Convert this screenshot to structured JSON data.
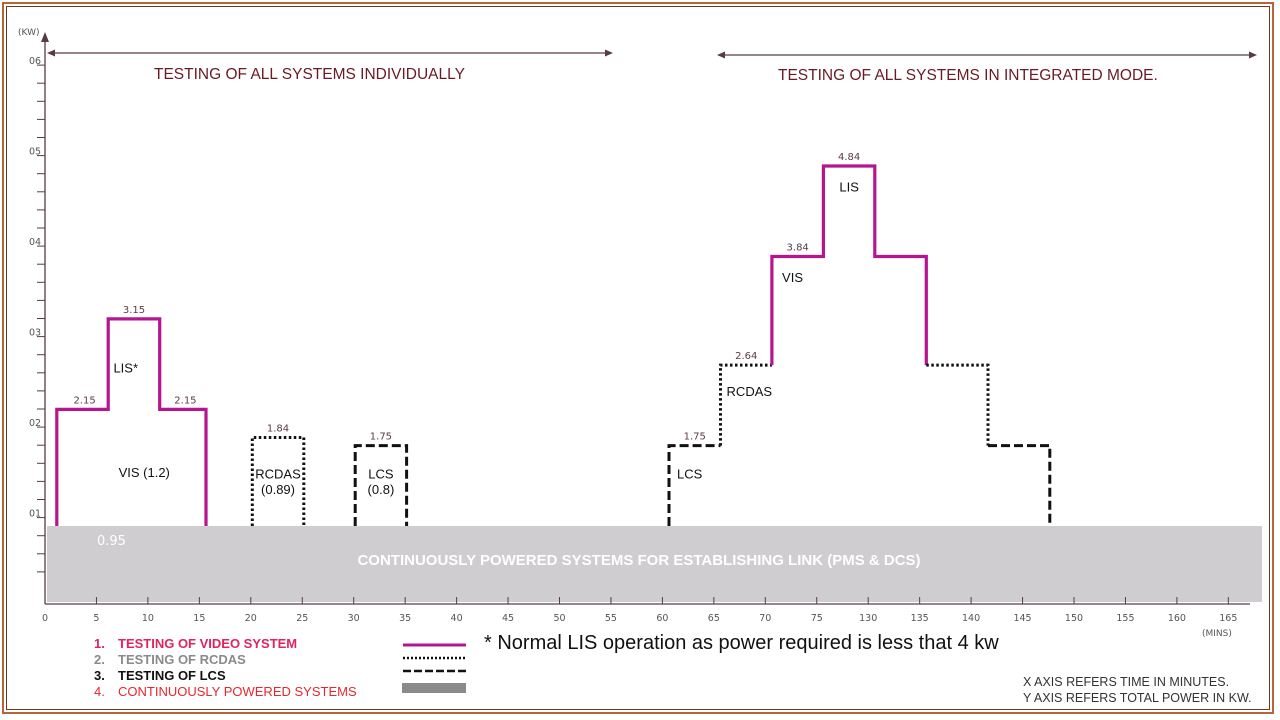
{
  "chart_data": {
    "type": "line",
    "title": "",
    "xlabel": "(MINS)",
    "ylabel": "(KW)",
    "x_ticks": [
      "0",
      "5",
      "10",
      "15",
      "20",
      "25",
      "30",
      "35",
      "40",
      "45",
      "50",
      "55",
      "60",
      "65",
      "70",
      "75",
      "130",
      "135",
      "140",
      "145",
      "150",
      "155",
      "160",
      "165"
    ],
    "y_ticks": [
      "01",
      "02",
      "03",
      "04",
      "05",
      "06"
    ],
    "ylim": [
      0,
      6.3
    ],
    "xlim": [
      0,
      165
    ],
    "grid": false,
    "axis_break_note": "X axis jumps from 75 to 130",
    "sections": [
      {
        "label": "TESTING OF ALL SYSTEMS INDIVIDUALLY",
        "x_range": [
          0,
          55
        ]
      },
      {
        "label": "TESTING OF ALL SYSTEMS IN INTEGRATED MODE.",
        "x_range": [
          65,
          165
        ]
      }
    ],
    "baseline": {
      "name": "CONTINUOUSLY POWERED SYSTEMS FOR ESTABLISHING LINK (PMS & DCS)",
      "value": 0.95,
      "value_label": "0.95",
      "x_range": [
        0,
        165
      ]
    },
    "series": [
      {
        "name": "VIS/LIS individual",
        "style": "solid",
        "color": "#b5168f",
        "points": [
          [
            1,
            0.95
          ],
          [
            1,
            2.15
          ],
          [
            6,
            2.15
          ],
          [
            6,
            3.15
          ],
          [
            11,
            3.15
          ],
          [
            11,
            2.15
          ],
          [
            15.5,
            2.15
          ],
          [
            15.5,
            0.95
          ]
        ],
        "labels": [
          {
            "text": "2.15",
            "x": 3.7,
            "y": 2.15,
            "kind": "value"
          },
          {
            "text": "3.15",
            "x": 8.5,
            "y": 3.15,
            "kind": "value"
          },
          {
            "text": "2.15",
            "x": 13.5,
            "y": 2.15,
            "kind": "value"
          },
          {
            "text": "LIS*",
            "x": 7.7,
            "y": 2.6,
            "kind": "name"
          },
          {
            "text": "VIS (1.2)",
            "x": 9.5,
            "y": 1.45,
            "kind": "name"
          }
        ]
      },
      {
        "name": "RCDAS individual",
        "style": "dotted",
        "color": "#111111",
        "points": [
          [
            20,
            0.95
          ],
          [
            20,
            1.84
          ],
          [
            25,
            1.84
          ],
          [
            25,
            0.95
          ]
        ],
        "labels": [
          {
            "text": "1.84",
            "x": 22.5,
            "y": 1.84,
            "kind": "value"
          },
          {
            "text": "RCDAS",
            "x": 22.5,
            "y": 1.43,
            "kind": "name"
          },
          {
            "text": "(0.89)",
            "x": 22.5,
            "y": 1.26,
            "kind": "name"
          }
        ]
      },
      {
        "name": "LCS individual",
        "style": "dashed",
        "color": "#111111",
        "points": [
          [
            30,
            0.95
          ],
          [
            30,
            1.75
          ],
          [
            35,
            1.75
          ],
          [
            35,
            0.95
          ]
        ],
        "labels": [
          {
            "text": "1.75",
            "x": 32.5,
            "y": 1.75,
            "kind": "value"
          },
          {
            "text": "LCS",
            "x": 32.5,
            "y": 1.43,
            "kind": "name"
          },
          {
            "text": "(0.8)",
            "x": 32.5,
            "y": 1.26,
            "kind": "name"
          }
        ]
      },
      {
        "name": "LCS integrated",
        "style": "dashed",
        "color": "#111111",
        "points": [
          [
            60.5,
            0.95
          ],
          [
            60.5,
            1.75
          ],
          [
            65.5,
            1.75
          ]
        ],
        "labels": [
          {
            "text": "1.75",
            "x": 63,
            "y": 1.75,
            "kind": "value"
          },
          {
            "text": "LCS",
            "x": 62.5,
            "y": 1.43,
            "kind": "name"
          }
        ]
      },
      {
        "name": "RCDAS integrated",
        "style": "dotted",
        "color": "#111111",
        "points": [
          [
            65.5,
            1.75
          ],
          [
            65.5,
            2.64
          ],
          [
            70.5,
            2.64
          ]
        ],
        "labels": [
          {
            "text": "2.64",
            "x": 68,
            "y": 2.64,
            "kind": "value"
          },
          {
            "text": "RCDAS",
            "x": 68.3,
            "y": 2.34,
            "kind": "name"
          }
        ]
      },
      {
        "name": "VIS/LIS integrated",
        "style": "solid",
        "color": "#b5168f",
        "points": [
          [
            70.5,
            2.64
          ],
          [
            70.5,
            3.84
          ],
          [
            75.5,
            3.84
          ],
          [
            75.5,
            4.84
          ],
          [
            80.5,
            4.84
          ],
          [
            80.5,
            3.84
          ],
          [
            85.5,
            3.84
          ],
          [
            85.5,
            2.64
          ]
        ],
        "labels": [
          {
            "text": "3.84",
            "x": 73,
            "y": 3.84,
            "kind": "value"
          },
          {
            "text": "4.84",
            "x": 78,
            "y": 4.84,
            "kind": "value"
          },
          {
            "text": "VIS",
            "x": 72.5,
            "y": 3.6,
            "kind": "name"
          },
          {
            "text": "LIS",
            "x": 78,
            "y": 4.6,
            "kind": "name"
          }
        ]
      },
      {
        "name": "RCDAS integrated ramp-down",
        "style": "dotted",
        "color": "#111111",
        "points": [
          [
            85.5,
            2.64
          ],
          [
            91.5,
            2.64
          ],
          [
            91.5,
            1.75
          ]
        ]
      },
      {
        "name": "LCS integrated ramp-down",
        "style": "dashed",
        "color": "#111111",
        "points": [
          [
            91.5,
            1.75
          ],
          [
            97.5,
            1.75
          ],
          [
            97.5,
            0.95
          ]
        ]
      }
    ]
  },
  "legend": {
    "items": [
      {
        "num": "1.",
        "label": "TESTING OF VIDEO SYSTEM",
        "color": "#e0245e",
        "swatch": "solid"
      },
      {
        "num": "2.",
        "label": "TESTING OF RCDAS",
        "color": "#8a8a8a",
        "swatch": "dotted"
      },
      {
        "num": "3.",
        "label": "TESTING OF LCS",
        "color": "#111111",
        "swatch": "dashed"
      },
      {
        "num": "4.",
        "label": "CONTINUOUSLY POWERED SYSTEMS",
        "color": "#e8262e",
        "swatch": "band"
      }
    ]
  },
  "footnote": "* Normal LIS operation as power required is less that 4 kw",
  "axis_notes": {
    "x": "X AXIS REFERS TIME IN MINUTES.",
    "y": "Y AXIS REFERS TOTAL POWER IN KW."
  },
  "colors": {
    "border": "#b8643a",
    "axis": "#5a3a48",
    "section_text": "#6a1a22",
    "band": "#cfcdcf",
    "vis": "#b5168f"
  }
}
